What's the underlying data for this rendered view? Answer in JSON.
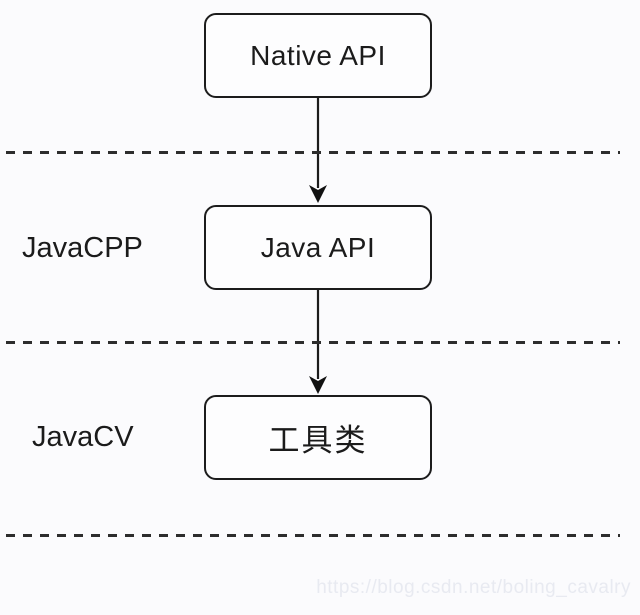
{
  "diagram": {
    "title": "JavaCV layered architecture diagram",
    "boxes": [
      {
        "id": "native-api",
        "label": "Native API"
      },
      {
        "id": "java-api",
        "label": "Java API"
      },
      {
        "id": "tool-class",
        "label": "工具类"
      }
    ],
    "section_labels": [
      {
        "id": "javacpp",
        "label": "JavaCPP"
      },
      {
        "id": "javacv",
        "label": "JavaCV"
      }
    ],
    "arrows": [
      {
        "from": "native-api",
        "to": "java-api",
        "direction": "down"
      },
      {
        "from": "java-api",
        "to": "tool-class",
        "direction": "down"
      }
    ],
    "watermark": "https://blog.csdn.net/boling_cavalry",
    "colors": {
      "background": "#fbfbfd",
      "box_fill": "#fdfdfe",
      "box_border": "#1c1c1c",
      "text": "#1b1b1b",
      "dashed_line": "#2d2d2d",
      "watermark_text": "#e8eaf1"
    }
  }
}
